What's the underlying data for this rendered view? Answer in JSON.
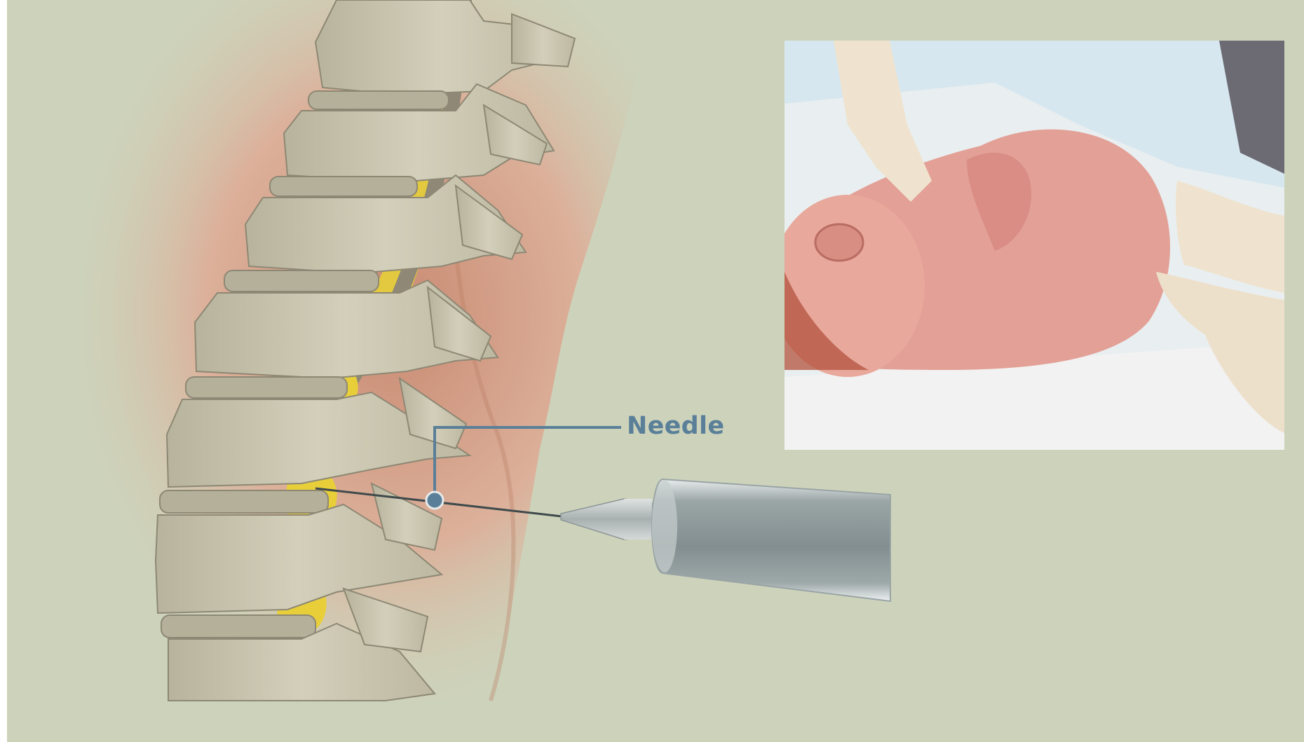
{
  "callout": {
    "needle_label": "Needle"
  },
  "colors": {
    "background": "#cdd3bb",
    "bone": "#cfcab4",
    "disc": "#b6b29b",
    "spinal_fluid": "#e7cf3a",
    "skin": "#d7a088",
    "callout_line": "#5a7f98"
  },
  "icons": {
    "spine": "spine-illustration",
    "syringe": "syringe-illustration",
    "photo": "infant-procedure-photo"
  }
}
